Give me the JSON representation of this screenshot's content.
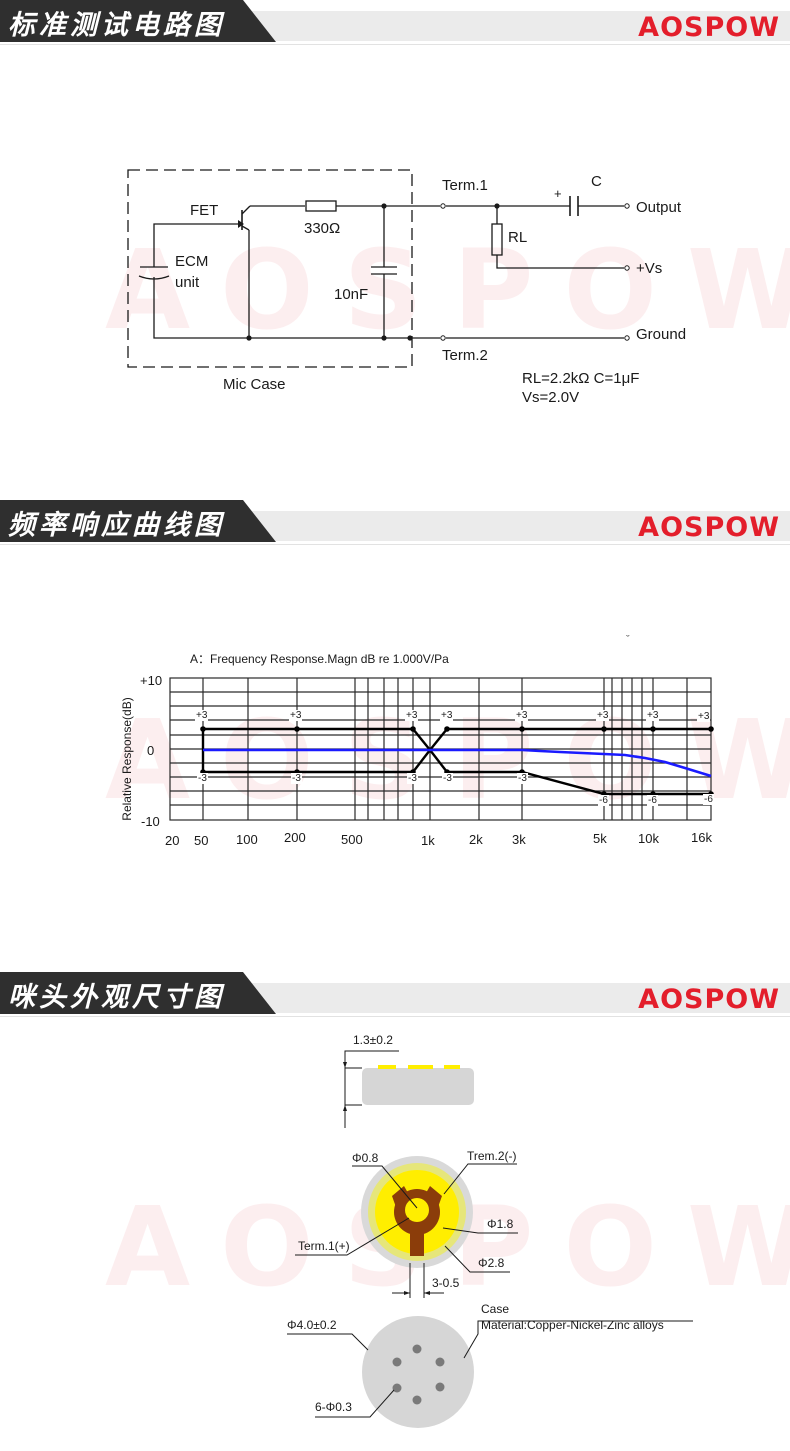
{
  "brand": {
    "logo_text": "AOSPOW",
    "accent_color": "#e31e2b",
    "header_dark": "#2f2f2f"
  },
  "sections": [
    {
      "title": "标准测试电路图"
    },
    {
      "title": "频率响应曲线图"
    },
    {
      "title": "咪头外观尺寸图"
    }
  ],
  "circuit": {
    "fet_label": "FET",
    "resistor_label": "330Ω",
    "ecm_label_1": "ECM",
    "ecm_label_2": "unit",
    "cap_label": "10nF",
    "case_label": "Mic Case",
    "term1_label": "Term.1",
    "term2_label": "Term.2",
    "cap_c_label": "C",
    "plus_label": "+",
    "rl_label": "RL",
    "output_label": "Output",
    "vs_label": "+Vs",
    "ground_label": "Ground",
    "spec_line_1": "RL=2.2kΩ   C=1μF",
    "spec_line_2": "Vs=2.0V"
  },
  "chart_data": {
    "type": "line",
    "title": "A：Frequency Response.Magn  dB re 1.000V/Pa",
    "xlabel": "",
    "ylabel": "Relative Response(dB)",
    "x_scale": "log",
    "x_tick_labels": [
      "20",
      "50",
      "100",
      "200",
      "500",
      "1k",
      "2k",
      "3k",
      "5k",
      "10k",
      "16k"
    ],
    "y_tick_labels": [
      "+10",
      "0",
      "-10"
    ],
    "ylim": [
      -10,
      10
    ],
    "grid": true,
    "series": [
      {
        "name": "Measured response",
        "color": "#1a1aff",
        "x": [
          50,
          100,
          200,
          500,
          1000,
          2000,
          3000,
          4000,
          5000,
          7000,
          10000,
          13000,
          16000
        ],
        "values": [
          0,
          0,
          0,
          0,
          0,
          0,
          0,
          -0.3,
          -0.5,
          -0.8,
          -1.5,
          -2.4,
          -3.5
        ]
      },
      {
        "name": "Upper tolerance limit",
        "color": "#000000",
        "x": [
          50,
          200,
          800,
          1000,
          1250,
          3000,
          5000,
          10000,
          16000
        ],
        "values": [
          3,
          3,
          3,
          0,
          3,
          3,
          3,
          3,
          3
        ]
      },
      {
        "name": "Lower tolerance limit",
        "color": "#000000",
        "x": [
          50,
          200,
          800,
          1000,
          1250,
          3000,
          5000,
          10000,
          16000
        ],
        "values": [
          -3,
          -3,
          -3,
          0,
          -3,
          -3,
          -6,
          -6,
          -6
        ]
      }
    ],
    "point_labels": [
      {
        "x": 50,
        "upper": "+3",
        "lower": "-3"
      },
      {
        "x": 200,
        "upper": "+3",
        "lower": "-3"
      },
      {
        "x": 800,
        "upper": "+3",
        "lower": "-3"
      },
      {
        "x": 1250,
        "upper": "+3",
        "lower": "-3"
      },
      {
        "x": 3000,
        "upper": "+3",
        "lower": "-3"
      },
      {
        "x": 5000,
        "upper": "+3",
        "lower": "-6"
      },
      {
        "x": 10000,
        "upper": "+3",
        "lower": "-6"
      },
      {
        "x": 16000,
        "upper": "+3",
        "lower": "-6"
      }
    ]
  },
  "dimensions": {
    "thickness_label": "1.3±0.2",
    "phi08_label": "Φ0.8",
    "term2_label": "Trem.2(-)",
    "phi18_label": "Φ1.8",
    "term1_label": "Term.1(+)",
    "phi28_label": "Φ2.8",
    "pad_width_label": "3-0.5",
    "case_label": "Case",
    "material_label": "Material:Copper-Nickel-Zinc alloys",
    "diameter_label": "Φ4.0±0.2",
    "holes_label": "6-Φ0.3",
    "colors": {
      "case_gray": "#d6d6d6",
      "pad_yellow": "#ffee00",
      "ring_olive": "#e6e67a",
      "trace_brown": "#8b3d0a",
      "hole_gray": "#7a7a7a"
    }
  }
}
